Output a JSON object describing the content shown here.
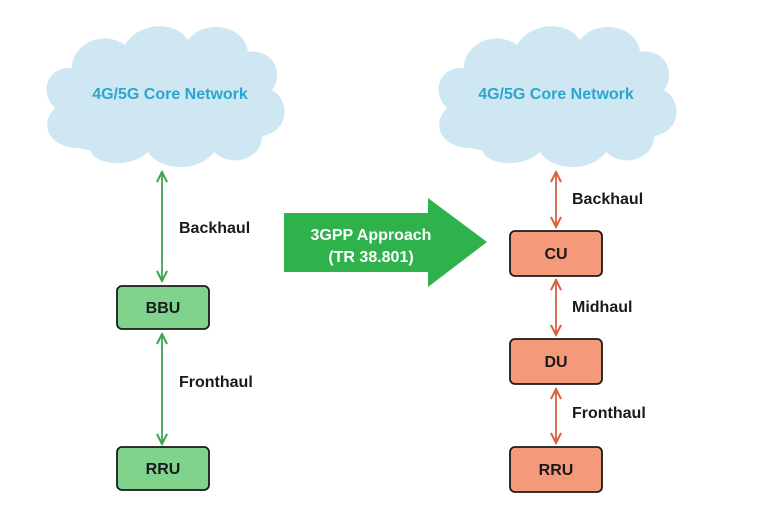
{
  "colors": {
    "cloud_fill": "#cfe6f3",
    "cloud_text": "#2aa6cf",
    "green_box": "#7fd38c",
    "green_line": "#3da54a",
    "orange_box": "#f49a7b",
    "orange_line": "#d9603a",
    "big_arrow": "#2fb14b"
  },
  "left": {
    "cloud_label": "4G/5G Core Network",
    "backhaul_label": "Backhaul",
    "fronthaul_label": "Fronthaul",
    "bbu_label": "BBU",
    "rru_label": "RRU"
  },
  "center": {
    "approach_line1": "3GPP Approach",
    "approach_line2": "(TR 38.801)"
  },
  "right": {
    "cloud_label": "4G/5G Core Network",
    "backhaul_label": "Backhaul",
    "midhaul_label": "Midhaul",
    "fronthaul_label": "Fronthaul",
    "cu_label": "CU",
    "du_label": "DU",
    "rru_label": "RRU"
  }
}
